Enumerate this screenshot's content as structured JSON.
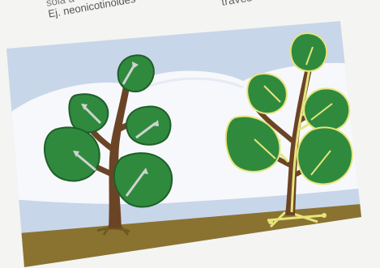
{
  "captions": {
    "left_line1": "sola a",
    "left_line2": "Ej. neonicotinoides",
    "right": "través de"
  },
  "colors": {
    "sky": "#c8d6ea",
    "cloud": "#f7f8fb",
    "ground": "#8a7330",
    "trunk": "#6b4426",
    "leaf": "#2f8a3e",
    "leaf_dark": "#1f5e29",
    "arrow_gray": "#cfd3cf",
    "arrow_yellow": "#e6e57a"
  },
  "illustration": {
    "left_plant": "plant-foliar-systemic",
    "right_plant": "plant-root-uptake-systemic"
  }
}
